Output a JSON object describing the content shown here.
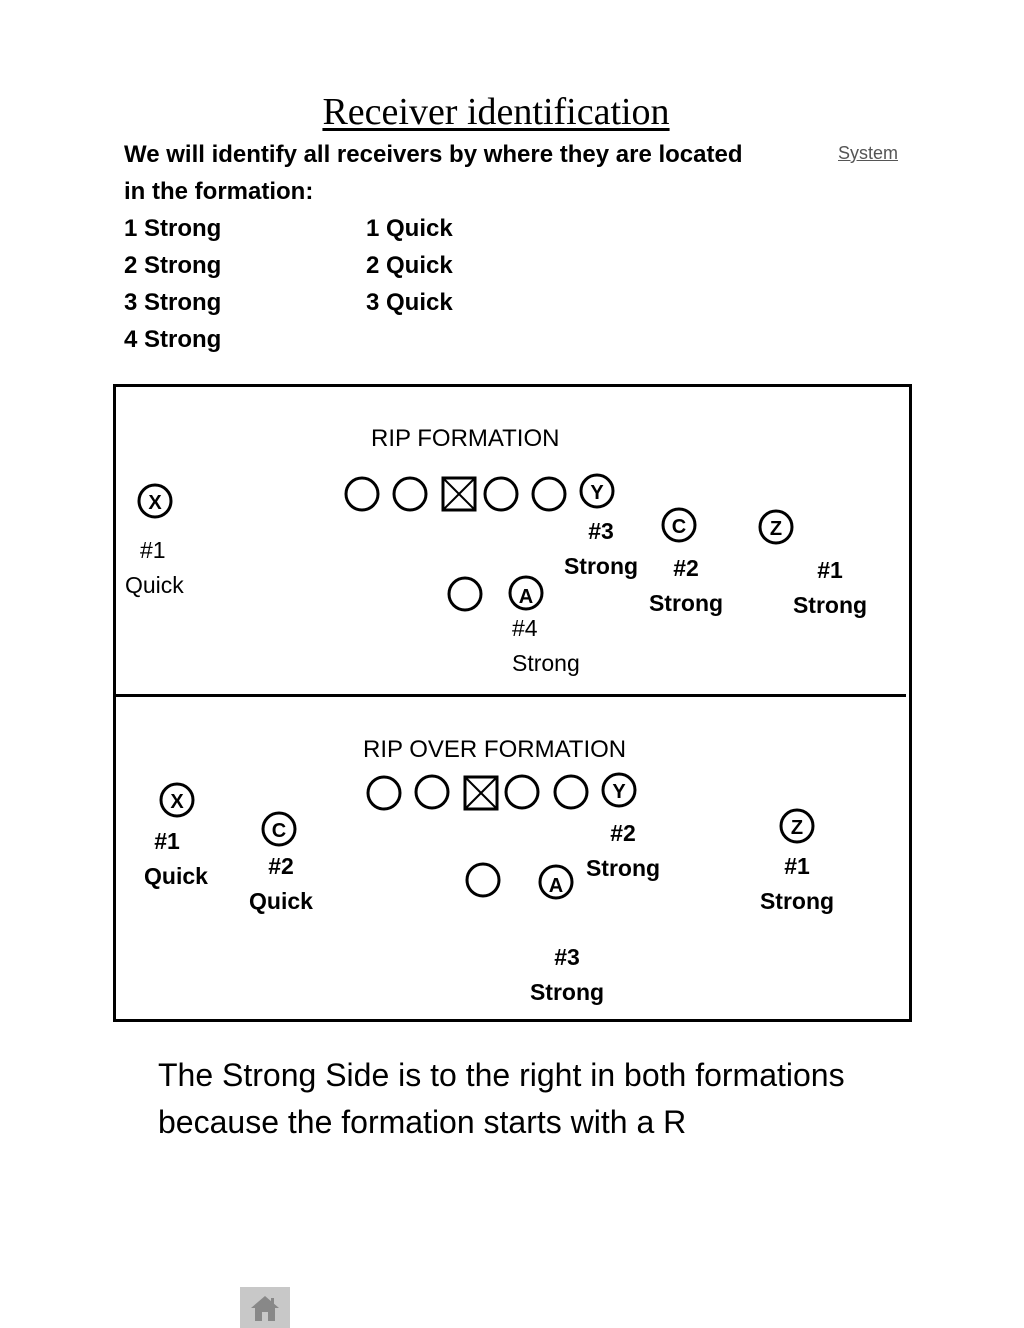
{
  "title": "Receiver identification",
  "system_link": "System",
  "intro": {
    "line1": "We will identify all receivers by where they are located",
    "line2": "in the formation:",
    "strong_list": [
      "1 Strong",
      "2 Strong",
      "3 Strong",
      "4 Strong"
    ],
    "quick_list": [
      "1 Quick",
      "2 Quick",
      "3 Quick"
    ]
  },
  "rip": {
    "title": "RIP FORMATION",
    "players": {
      "x": "X",
      "y": "Y",
      "c": "C",
      "z": "Z",
      "a": "A"
    },
    "labels": {
      "x": [
        "#1",
        "Quick"
      ],
      "y": [
        "#3",
        "Strong"
      ],
      "c": [
        "#2",
        "Strong"
      ],
      "z": [
        "#1",
        "Strong"
      ],
      "a": [
        "#4",
        "Strong"
      ]
    }
  },
  "rip_over": {
    "title": "RIP OVER FORMATION",
    "players": {
      "x": "X",
      "y": "Y",
      "c": "C",
      "z": "Z",
      "a": "A"
    },
    "labels": {
      "x": [
        "#1",
        "Quick"
      ],
      "c": [
        "#2",
        "Quick"
      ],
      "y": [
        "#2",
        "Strong"
      ],
      "z": [
        "#1",
        "Strong"
      ],
      "a": [
        "#3",
        "Strong"
      ]
    }
  },
  "note": {
    "line1": "The Strong Side is to the right in both formations",
    "line2": "because the formation starts with a R"
  },
  "home_icon": "house-icon"
}
